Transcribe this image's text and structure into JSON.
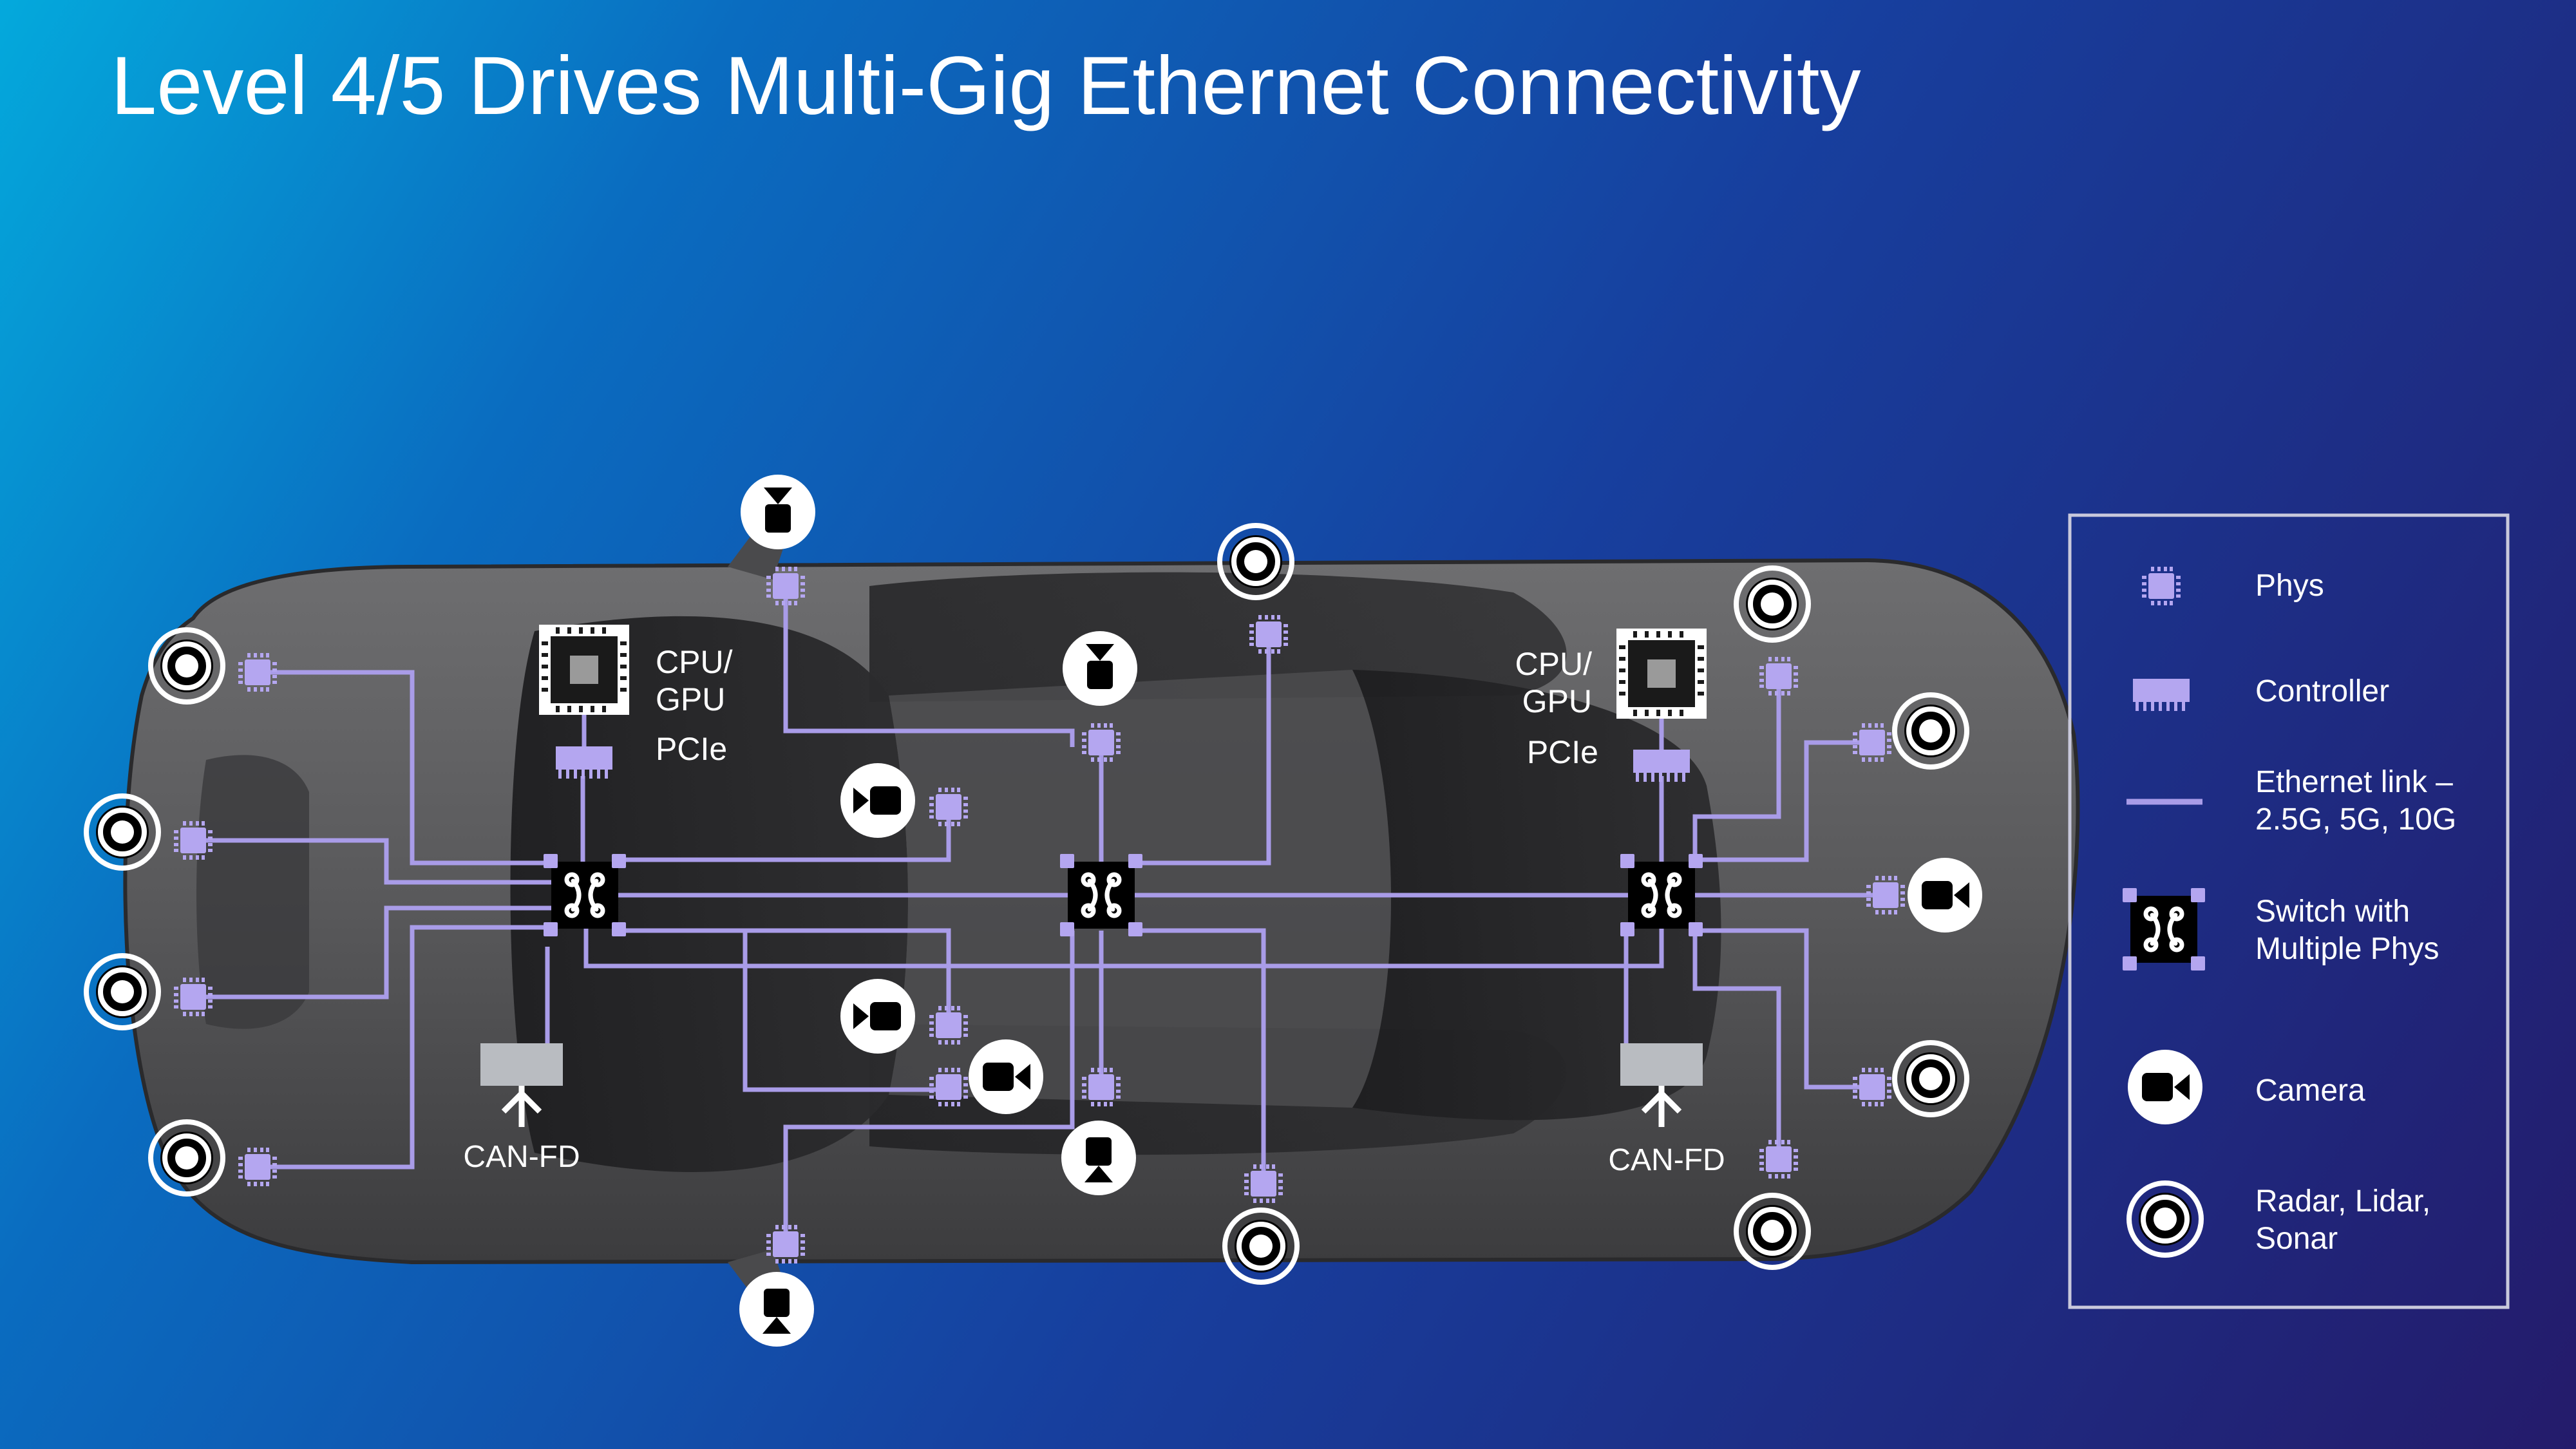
{
  "title": "Level 4/5 Drives Multi-Gig Ethernet Connectivity",
  "colors": {
    "link": "#a99ce8",
    "phy": "#b4a6f0",
    "body": "#5a5a5c",
    "switch": "#000000",
    "white": "#ffffff",
    "canfd": "#b9bcc1"
  },
  "diagram": {
    "compute_left": {
      "line1": "CPU/",
      "line2": "GPU",
      "bus": "PCIe"
    },
    "compute_right": {
      "line1": "CPU/",
      "line2": "GPU",
      "bus": "PCIe"
    },
    "can_left": "CAN-FD",
    "can_right": "CAN-FD"
  },
  "legend": {
    "items": [
      {
        "label_lines": [
          "Phys"
        ],
        "icon": "phy-chip-icon"
      },
      {
        "label_lines": [
          "Controller"
        ],
        "icon": "controller-icon"
      },
      {
        "label_lines": [
          "Ethernet link –",
          "2.5G, 5G, 10G"
        ],
        "icon": "ethernet-link-icon"
      },
      {
        "label_lines": [
          "Switch with",
          "Multiple Phys"
        ],
        "icon": "switch-icon"
      },
      {
        "label_lines": [
          "Camera"
        ],
        "icon": "camera-icon"
      },
      {
        "label_lines": [
          "Radar, Lidar,",
          "Sonar"
        ],
        "icon": "radar-icon"
      }
    ]
  }
}
